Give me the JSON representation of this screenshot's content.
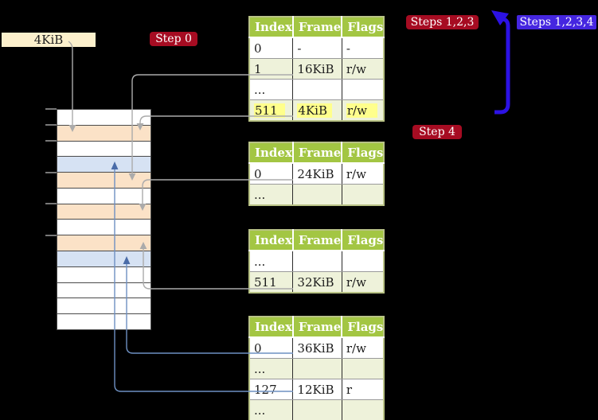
{
  "frame_label": "4KiB",
  "badges": {
    "step0": "Step 0",
    "steps123": "Steps 1,2,3",
    "steps1234": "Steps 1,2,3,4",
    "step4": "Step 4"
  },
  "tables": [
    {
      "name": "top-level-page-table",
      "headers": [
        "Index",
        "Frame",
        "Flags"
      ],
      "rows": [
        {
          "cells": [
            "0",
            "-",
            "-"
          ]
        },
        {
          "cells": [
            "1",
            "16KiB",
            "r/w"
          ]
        },
        {
          "cells": [
            "...",
            "",
            ""
          ]
        },
        {
          "cells": [
            "511",
            "4KiB",
            "r/w"
          ],
          "highlighted": true
        }
      ]
    },
    {
      "name": "second-page-table",
      "headers": [
        "Index",
        "Frame",
        "Flags"
      ],
      "rows": [
        {
          "cells": [
            "0",
            "24KiB",
            "r/w"
          ]
        },
        {
          "cells": [
            "...",
            "",
            ""
          ]
        }
      ]
    },
    {
      "name": "third-page-table",
      "headers": [
        "Index",
        "Frame",
        "Flags"
      ],
      "rows": [
        {
          "cells": [
            "...",
            "",
            ""
          ]
        },
        {
          "cells": [
            "511",
            "32KiB",
            "r/w"
          ]
        }
      ]
    },
    {
      "name": "fourth-page-table",
      "headers": [
        "Index",
        "Frame",
        "Flags"
      ],
      "rows": [
        {
          "cells": [
            "0",
            "36KiB",
            "r/w"
          ]
        },
        {
          "cells": [
            "...",
            "",
            ""
          ]
        },
        {
          "cells": [
            "127",
            "12KiB",
            "r"
          ]
        },
        {
          "cells": [
            "...",
            "",
            ""
          ]
        }
      ]
    }
  ],
  "memory_column": {
    "rows": [
      "white",
      "orange",
      "white",
      "blue",
      "orange",
      "white",
      "orange",
      "white",
      "orange",
      "blue",
      "white",
      "white",
      "white",
      "white"
    ]
  },
  "colors": {
    "badge_red": "#a60c22",
    "badge_blue": "#4526e0",
    "arrow_blue": "#2c12e4",
    "table_header_green": "#a3c643",
    "row_shade_green": "#eef2da",
    "highlight_yellow": "#ffff8c",
    "frame_label_cream": "#fcf0cc",
    "memory_orange": "#fbe2c7",
    "memory_blue": "#d6e2f3",
    "connector_gray": "#ababab",
    "connector_blue": "#6e90c2",
    "connector_blue_head": "#4a6ca8"
  }
}
